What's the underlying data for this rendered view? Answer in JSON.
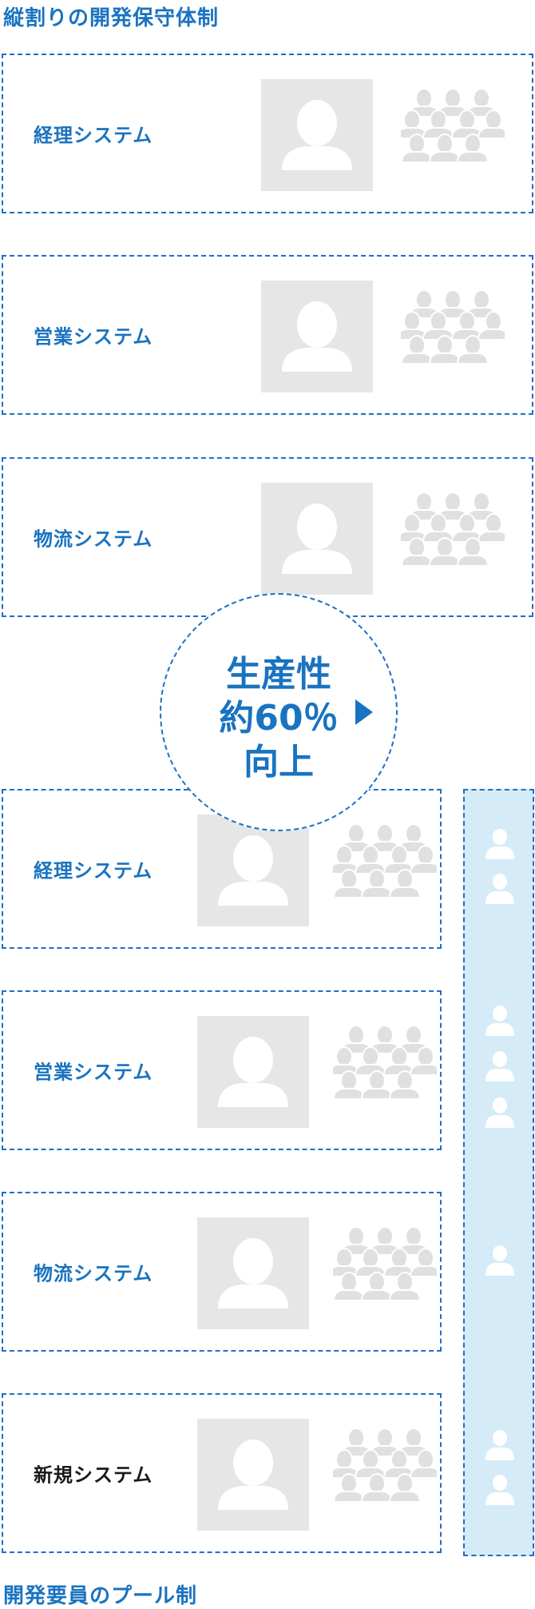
{
  "top_heading": "縦割りの開発保守体制",
  "bottom_heading": "開発要員のプール制",
  "vertical_systems": [
    {
      "label": "経理システム"
    },
    {
      "label": "営業システム"
    },
    {
      "label": "物流システム"
    }
  ],
  "pool_systems": [
    {
      "label": "経理システム"
    },
    {
      "label": "営業システム"
    },
    {
      "label": "物流システム"
    },
    {
      "label": "新規システム"
    }
  ],
  "productivity": {
    "line1": "生産性",
    "line2": "約60％",
    "line3": "向上"
  },
  "colors": {
    "accent": "#1a73c0",
    "border": "#1f6fc2",
    "placeholder": "#e6e6e6",
    "pool_background": "#d5ebf7"
  },
  "icons": {
    "manager": "person-icon",
    "team": "people-group-icon",
    "pool_member": "person-icon"
  }
}
